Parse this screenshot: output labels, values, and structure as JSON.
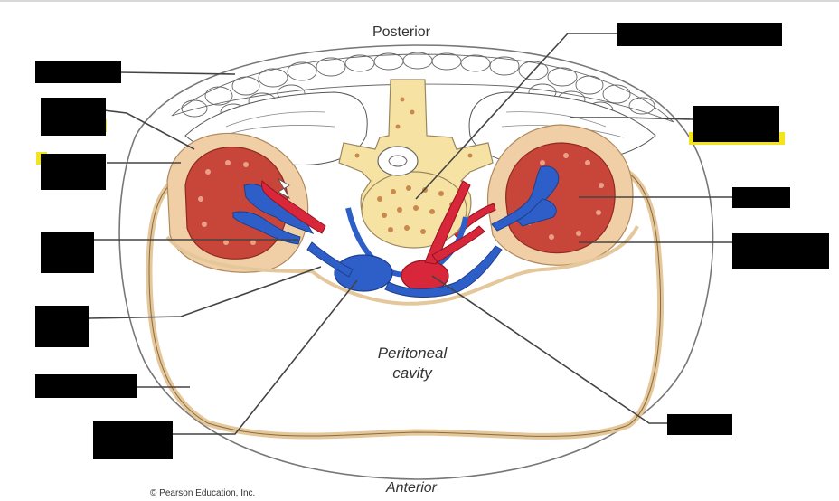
{
  "figure": {
    "top_label": "Posterior",
    "bottom_label": "Anterior",
    "cavity_label_line1": "Peritoneal",
    "cavity_label_line2": "cavity",
    "copyright": "© Pearson Education, Inc."
  },
  "colors": {
    "kidney": "#c8453a",
    "kidney_rim": "#f1cfa6",
    "vein": "#2e5fc8",
    "artery": "#d8263a",
    "vertebra": "#f6e3a4",
    "fat_outline": "#555555",
    "peritoneum": "#f3dcb8",
    "label_box": "#000000",
    "highlight": "#f4e41e"
  },
  "hidden_labels": [
    {
      "id": "label-1",
      "side": "left"
    },
    {
      "id": "label-2",
      "side": "left"
    },
    {
      "id": "label-3",
      "side": "left"
    },
    {
      "id": "label-4",
      "side": "left"
    },
    {
      "id": "label-5",
      "side": "left"
    },
    {
      "id": "label-6",
      "side": "left"
    },
    {
      "id": "label-7",
      "side": "bottom-left"
    },
    {
      "id": "label-8",
      "side": "top-right"
    },
    {
      "id": "label-9",
      "side": "right"
    },
    {
      "id": "label-10",
      "side": "right"
    },
    {
      "id": "label-11",
      "side": "right"
    },
    {
      "id": "label-12",
      "side": "bottom-right"
    }
  ]
}
